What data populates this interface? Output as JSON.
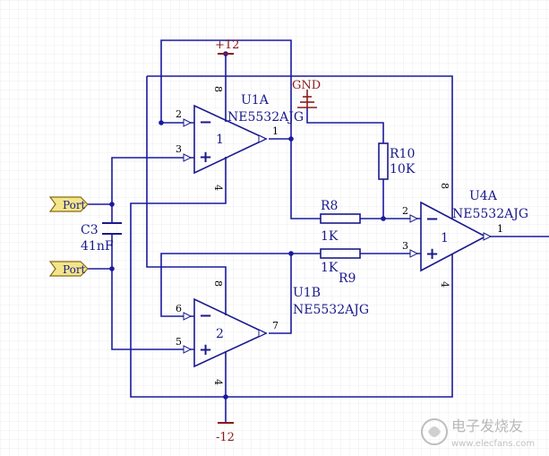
{
  "colors": {
    "background": "#ffffff",
    "grid": "#ececec",
    "wire": "#1a1aa0",
    "component": "#1a1a8c",
    "power": "#8b1a1a",
    "port_fill": "#f3e68a",
    "port_stroke": "#8b6914",
    "junction": "#1a1aa0",
    "pin_arrow": "#ffffff"
  },
  "power": {
    "pos_label": "+12",
    "neg_label": "-12",
    "gnd_label": "GND"
  },
  "opamps": [
    {
      "designator": "U1A",
      "part": "NE5532AJG",
      "unit": "1",
      "pins": {
        "inv": "2",
        "noninv": "3",
        "out": "1",
        "vpos": "8",
        "vneg": "4"
      }
    },
    {
      "designator": "U1B",
      "part": "NE5532AJG",
      "unit": "2",
      "pins": {
        "inv": "6",
        "noninv": "5",
        "out": "7",
        "vpos": "8",
        "vneg": "4"
      }
    },
    {
      "designator": "U4A",
      "part": "NE5532AJG",
      "unit": "1",
      "pins": {
        "inv": "2",
        "noninv": "3",
        "out": "1",
        "vpos": "8",
        "vneg": "4"
      }
    }
  ],
  "resistors": [
    {
      "designator": "R8",
      "value": "1K"
    },
    {
      "designator": "R9",
      "value": "1K"
    },
    {
      "designator": "R10",
      "value": "10K"
    }
  ],
  "capacitor": {
    "designator": "C3",
    "value": "41nF"
  },
  "ports": [
    {
      "label": "Port"
    },
    {
      "label": "Port"
    }
  ],
  "symbols": {
    "minus": "−",
    "plus": "+"
  },
  "watermark": {
    "brand": "电子发烧友",
    "url": "www.elecfans.com"
  }
}
